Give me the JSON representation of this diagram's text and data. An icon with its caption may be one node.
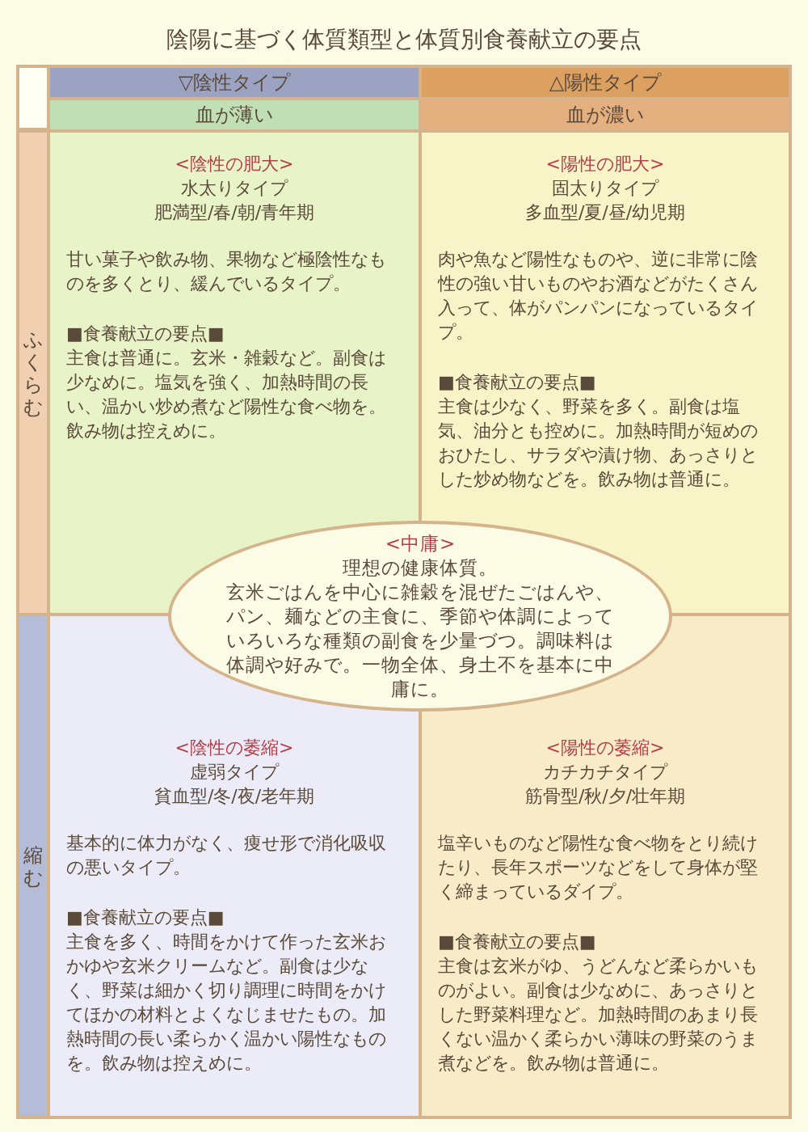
{
  "diagram": {
    "title": "陰陽に基づく体質類型と体質別食養献立の要点",
    "nodes": [
      {
        "text": [
          "▽陰性タイプ"
        ]
      },
      {
        "text": [
          "△陽性タイプ"
        ]
      },
      {
        "text": [
          "血が薄い"
        ]
      },
      {
        "text": [
          "血が濃い"
        ]
      },
      {
        "text": [
          "ふくらむ"
        ]
      },
      {
        "text": [
          "<陰性の肥大>",
          "水太りタイプ",
          "肥満型/春/朝/青年期",
          "甘い菓子や飲み物、果物など極陰性なものを多くとり、緩んでいるタイプ。",
          "■食養献立の要点■",
          "主食は普通に。玄米・雑穀など。副食は少なめに。塩気を強く、加熱時間の長い、温かい炒め煮など陽性な食べ物を。飲み物は控えめに。"
        ]
      },
      {
        "text": [
          "<陽性の肥大>",
          "固太りタイプ",
          "多血型/夏/昼/幼児期",
          "肉や魚など陽性なものや、逆に非常に陰性の強い甘いものやお酒などがたくさん入って、体がパンパンになっているタイプ。",
          "■食養献立の要点■",
          "主食は少なく、野菜を多く。副食は塩気、油分とも控めに。加熱時間が短めのおひたし、サラダや漬け物、あっさりとした炒め物などを。飲み物は普通に。"
        ]
      },
      {
        "text": [
          "<中庸>",
          "理想の健康体質。",
          "玄米ごはんを中心に雑穀を混ぜたごはんや、パン、麺などの主食に、季節や体調によっていろいろな種類の副食を少量づつ。調味料は体調や好みで。一物全体、身土不を基本に中庸に。"
        ]
      },
      {
        "text": [
          "縮む"
        ]
      },
      {
        "text": [
          "<陰性の萎縮>",
          "虚弱タイプ",
          "貧血型/冬/夜/老年期",
          "基本的に体力がなく、痩せ形で消化吸収の悪いタイプ。",
          "■食養献立の要点■",
          "主食を多く、時間をかけて作った玄米おかゆや玄米クリームなど。副食は少なく、野菜は細かく切り調理に時間をかけてほかの材料とよくなじませたもの。加熱時間の長い柔らかく温かい陽性なものを。飲み物は控えめに。"
        ]
      },
      {
        "text": [
          "<陽性の萎縮>",
          "カチカチタイプ",
          "筋骨型/秋/夕/壮年期",
          "塩辛いものなど陽性な食べ物をとり続けたり、長年スポーツなどをして身体が堅く締まっているダイプ。",
          "■食養献立の要点■",
          "主食は玄米がゆ、うどんなど柔らかいものがよい。副食は少なめに、あっさりとした野菜料理など。加熱時間のあまり長くない温かく柔らかい薄味の野菜のうま煮などを。飲み物は普通に。"
        ]
      }
    ]
  }
}
